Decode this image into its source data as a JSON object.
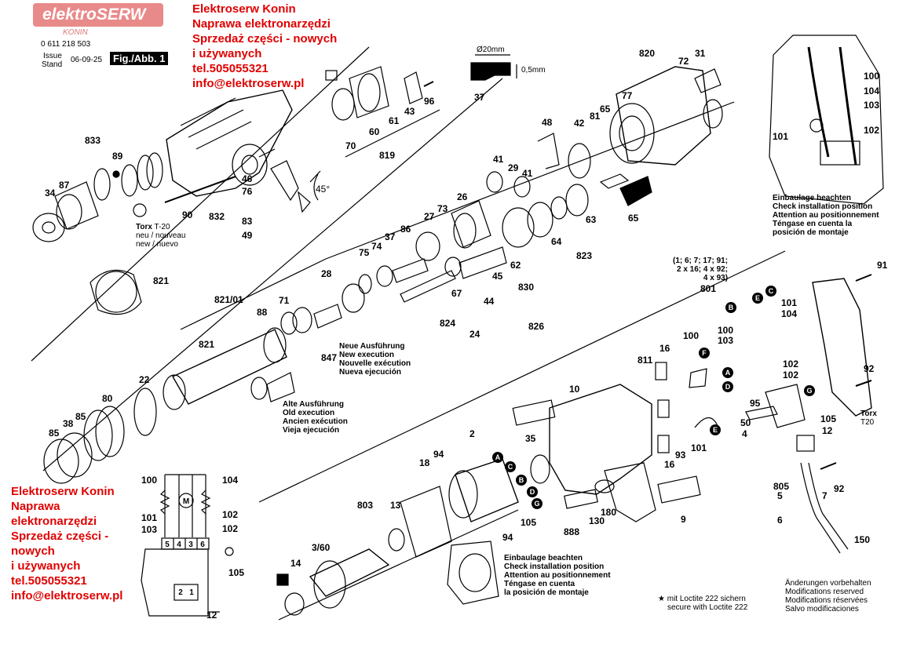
{
  "logo": {
    "brand": "elektroSERW",
    "sub": "KONIN"
  },
  "doc": {
    "part_number": "0 611 218 503",
    "issue_label": "Issue",
    "stand_label": "Stand",
    "date": "06-09-25",
    "fig_label": "Fig./Abb. 1"
  },
  "ad_top": [
    "Elektroserw Konin",
    "Naprawa elektronarzędzi",
    "Sprzedaż części - nowych",
    "i używanych",
    "tel.505055321",
    "info@elektroserw.pl"
  ],
  "ad_bottom": [
    "Elektroserw Konin",
    "Naprawa",
    "elektronarzędzi",
    "Sprzedaż części -",
    "nowych",
    "i używanych",
    "tel.505055321",
    "info@elektroserw.pl"
  ],
  "dims": {
    "diameter": "Ø20mm",
    "depth": "0,5mm",
    "part": "37"
  },
  "torx_note": {
    "title": "Torx",
    "size": "T-20",
    "line1": "neu / nouveau",
    "line2": "new / nuevo"
  },
  "torx_right": {
    "title": "Torx",
    "size": "T20"
  },
  "angle": "45°",
  "new_exec": [
    "Neue Ausführung",
    "New execution",
    "Nouvelle exécution",
    "Nueva ejecución"
  ],
  "old_exec": [
    "Alte Ausführung",
    "Old execution",
    "Ancien exécution",
    "Vieja ejecución"
  ],
  "install_top": [
    "Einbaulage beachten",
    "Check installation position",
    "Attention au positionnement",
    "Téngase en cuenta la",
    "posición de montaje"
  ],
  "install_bottom": [
    "Einbaulage beachten",
    "Check installation position",
    "Attention au positionnement",
    "Téngase en cuenta",
    "la posición de montaje"
  ],
  "loctite": {
    "line1": "mit Loctite 222 sichern",
    "line2": "secure with Loctite 222"
  },
  "changes": [
    "Änderungen vorbehalten",
    "Modifications reserved",
    "Modifications réservées",
    "Salvo modificaciones"
  ],
  "group_note": [
    "(1; 6; 7; 17; 91;",
    "2 x 16; 4 x 92;",
    "4 x 93)"
  ],
  "part_labels": {
    "p833": "833",
    "p89": "89",
    "p87": "87",
    "p34": "34",
    "p90": "90",
    "p70": "70",
    "p60": "60",
    "p61": "61",
    "p43": "43",
    "p96": "96",
    "p819": "819",
    "p46": "46",
    "p76": "76",
    "p832": "832",
    "p83": "83",
    "p49": "49",
    "p37": "37",
    "p820": "820",
    "p72": "72",
    "p31": "31",
    "p77": "77",
    "p81": "81",
    "p65a": "65",
    "p42": "42",
    "p48": "48",
    "p65b": "65",
    "p63": "63",
    "p823": "823",
    "p41a": "41",
    "p29": "29",
    "p41b": "41",
    "p26": "26",
    "p27": "27",
    "p73": "73",
    "p64": "64",
    "p62": "62",
    "p830": "830",
    "p45": "45",
    "p67": "67",
    "p44": "44",
    "p824": "824",
    "p826": "826",
    "p24": "24",
    "p75": "75",
    "p74": "74",
    "p37b": "37",
    "p86": "86",
    "p28": "28",
    "p71": "71",
    "p88": "88",
    "p821a": "821",
    "p821b": "821/01",
    "p821c": "821",
    "p847": "847",
    "p22": "22",
    "p80": "80",
    "p85a": "85",
    "p38": "38",
    "p85b": "85",
    "p801": "801",
    "p91": "91",
    "p92a": "92",
    "p100a": "100",
    "p104a": "104",
    "p103a": "103",
    "p101a": "101",
    "p102a": "102",
    "p101b": "101",
    "p104b": "104",
    "p100b": "100",
    "p103b": "103",
    "p102b": "102",
    "p102c": "102",
    "p95": "95",
    "p50": "50",
    "p4": "4",
    "p105a": "105",
    "p12a": "12",
    "p92b": "92",
    "p805": "805",
    "p5": "5",
    "p7": "7",
    "p6": "6",
    "p150": "150",
    "p811": "811",
    "p16a": "16",
    "p100c": "100",
    "p16b": "16",
    "p93": "93",
    "p101c": "101",
    "p10": "10",
    "p9": "9",
    "p180": "180",
    "p130": "130",
    "p888": "888",
    "p35": "35",
    "p2": "2",
    "p94a": "94",
    "p18": "18",
    "p105b": "105",
    "p94b": "94",
    "p803": "803",
    "p13": "13",
    "p360": "3/60",
    "p14": "14",
    "p100d": "100",
    "p101d": "101",
    "p103d": "103",
    "p104d": "104",
    "p102d": "102",
    "p102e": "102",
    "p105c": "105",
    "p12b": "12",
    "t5": "5",
    "t4": "4",
    "t3": "3",
    "t6": "6",
    "t2": "2",
    "t1": "1",
    "motor": "M"
  },
  "marker_letters": [
    "A",
    "B",
    "C",
    "D",
    "E",
    "F",
    "G"
  ]
}
